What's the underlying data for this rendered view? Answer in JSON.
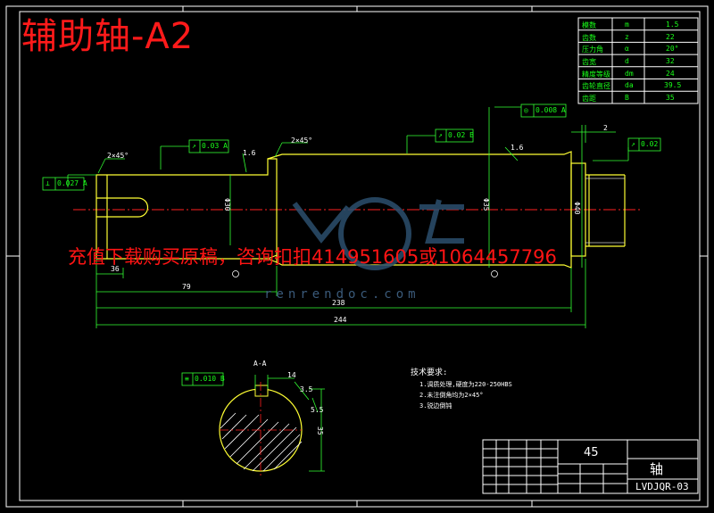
{
  "title": "辅助轴-A2",
  "watermark": {
    "contact_text": "充值下载购买原稿，咨询扣扣414951605或1064457796",
    "url": "renrendoc.com"
  },
  "param_table": [
    {
      "name": "模数",
      "sym": "m",
      "val": "1.5"
    },
    {
      "name": "齿数",
      "sym": "z",
      "val": "22"
    },
    {
      "name": "压力角",
      "sym": "α",
      "val": "20°"
    },
    {
      "name": "齿宽",
      "sym": "d",
      "val": "32"
    },
    {
      "name": "精度等级",
      "sym": "dm",
      "val": "24"
    },
    {
      "name": "齿轮直径",
      "sym": "da",
      "val": "39.5"
    },
    {
      "name": "齿距",
      "sym": "B",
      "val": "35"
    }
  ],
  "dims": {
    "chamfer_left": "2×45°",
    "chamfer_mid": "2×45°",
    "len_36": "36",
    "len_79": "79",
    "len_238": "238",
    "len_244": "244",
    "dia_a": "Φ30",
    "dia_b": "Φ35",
    "dia_c": "Φ40",
    "dim_2": "2",
    "rough_1": "1.6",
    "rough_2": "1.6",
    "section_label": "A-A",
    "sec_14": "14",
    "sec_35": "35",
    "sec_5": "5.5",
    "sec_3": "3.5"
  },
  "tolerances": {
    "t_left_sym": "⊥",
    "t_left": "0.027 A",
    "t_a_sym": "↗",
    "t_a": "0.03 A",
    "t_b_sym": "↗",
    "t_b": "0.02 B",
    "t_c_sym": "◎",
    "t_c": "0.008 A",
    "t_d_sym": "↗",
    "t_d": "0.02",
    "t_sec_sym": "≡",
    "t_sec": "0.010 B"
  },
  "notes": {
    "heading": "技术要求:",
    "items": [
      "1.调质处理,硬度为220-250HBS",
      "2.未注倒角均为2×45°",
      "3.锐边倒钝"
    ]
  },
  "title_block": {
    "material": "45",
    "part_name": "轴",
    "drawing_no": "LVDJQR-03"
  }
}
